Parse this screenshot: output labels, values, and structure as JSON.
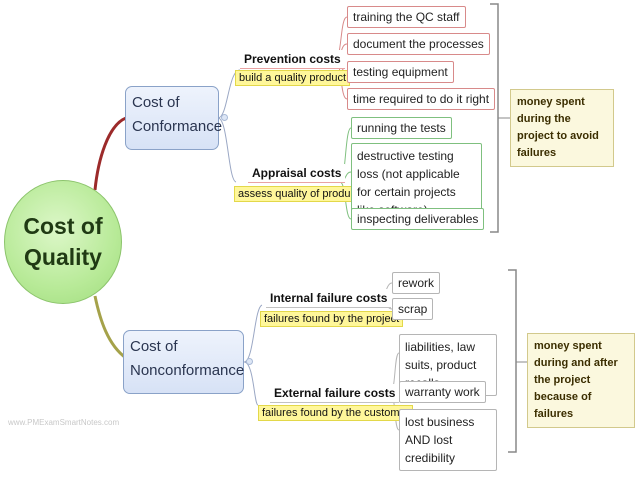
{
  "root": {
    "label": "Cost of Quality"
  },
  "conformance": {
    "label": "Cost of Conformance",
    "prevention": {
      "title": "Prevention costs",
      "note": "build a quality product",
      "items": [
        "training the QC staff",
        "document the processes",
        "testing equipment",
        "time required to do it right"
      ]
    },
    "appraisal": {
      "title": "Appraisal costs",
      "note": "assess quality of product",
      "items": [
        "running the tests",
        "destructive testing loss (not applicable for certain projects like software)",
        "inspecting deliverables"
      ]
    },
    "summary": "money spent during the project to avoid failures"
  },
  "nonconformance": {
    "label": "Cost of Nonconformance",
    "internal": {
      "title": "Internal failure costs",
      "note": "failures found by the project",
      "items": [
        "rework",
        "scrap"
      ]
    },
    "external": {
      "title": "External failure costs",
      "note": "failures found by the customer",
      "items": [
        "liabilities, law suits, product recalls",
        "warranty work",
        "lost business AND lost credibility"
      ]
    },
    "summary": "money spent during and after the project because of failures"
  },
  "watermark": "www.PMExamSmartNotes.com",
  "colors": {
    "root_fill": "#b8ea98",
    "branch_fill": "#d7e2f6",
    "note_fill": "#fff79a",
    "prevention_border": "#d88a8a",
    "appraisal_border": "#7fc07f",
    "callout_fill": "#fbf8de"
  }
}
